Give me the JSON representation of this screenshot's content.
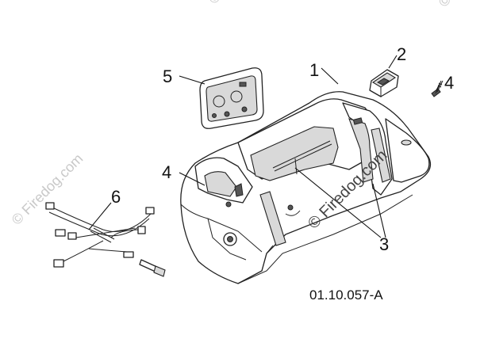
{
  "diagram": {
    "drawing_number": "01.10.057-A",
    "watermark": "© Firedog.com",
    "callouts": [
      {
        "id": "1",
        "label": "1"
      },
      {
        "id": "2",
        "label": "2"
      },
      {
        "id": "3",
        "label": "3"
      },
      {
        "id": "4a",
        "label": "4"
      },
      {
        "id": "4b",
        "label": "4"
      },
      {
        "id": "5",
        "label": "5"
      },
      {
        "id": "6",
        "label": "6"
      }
    ]
  }
}
